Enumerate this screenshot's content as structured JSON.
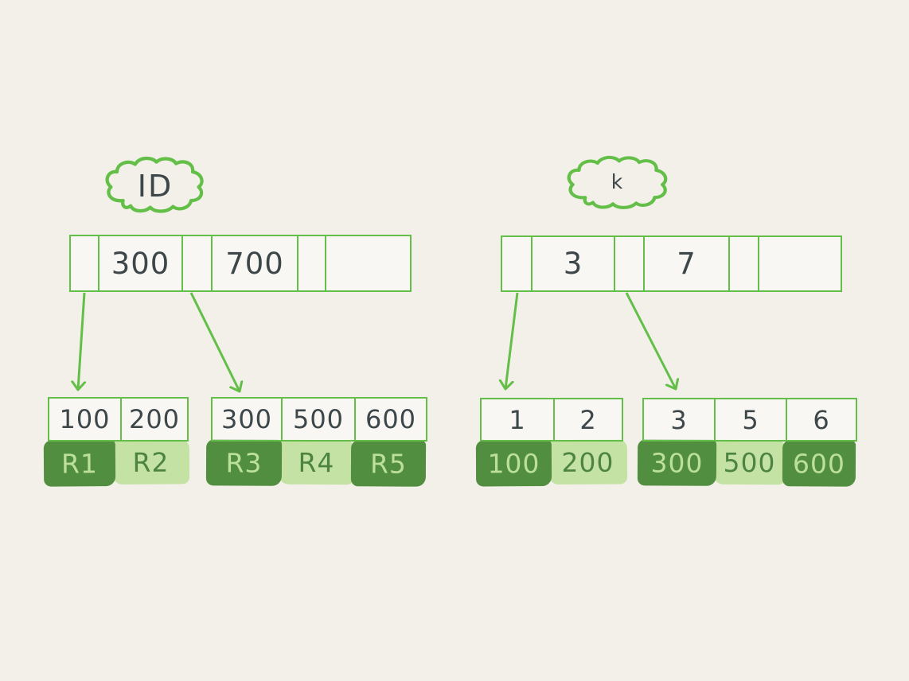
{
  "colors": {
    "background": "#f2f0e9",
    "stroke_green": "#63bf47",
    "block_dark_green": "#518e40",
    "block_light_green": "#c3e2a3",
    "text_on_dark": "#bce09c",
    "text_on_light": "#4d8540",
    "ink": "#3d4649"
  },
  "id_index": {
    "cloud_label": "ID",
    "root_cells": [
      "",
      "300",
      "",
      "700",
      "",
      ""
    ],
    "leaves": [
      {
        "keys": [
          "100",
          "200"
        ],
        "values": [
          {
            "label": "R1",
            "tone": "dark"
          },
          {
            "label": "R2",
            "tone": "light"
          }
        ]
      },
      {
        "keys": [
          "300",
          "500",
          "600"
        ],
        "values": [
          {
            "label": "R3",
            "tone": "dark"
          },
          {
            "label": "R4",
            "tone": "light"
          },
          {
            "label": "R5",
            "tone": "dark"
          }
        ]
      }
    ]
  },
  "k_index": {
    "cloud_label": "k",
    "root_cells": [
      "",
      "3",
      "",
      "7",
      "",
      ""
    ],
    "leaves": [
      {
        "keys": [
          "1",
          "2"
        ],
        "values": [
          {
            "label": "100",
            "tone": "dark"
          },
          {
            "label": "200",
            "tone": "light"
          }
        ]
      },
      {
        "keys": [
          "3",
          "5",
          "6"
        ],
        "values": [
          {
            "label": "300",
            "tone": "dark"
          },
          {
            "label": "500",
            "tone": "light"
          },
          {
            "label": "600",
            "tone": "dark"
          }
        ]
      }
    ]
  }
}
